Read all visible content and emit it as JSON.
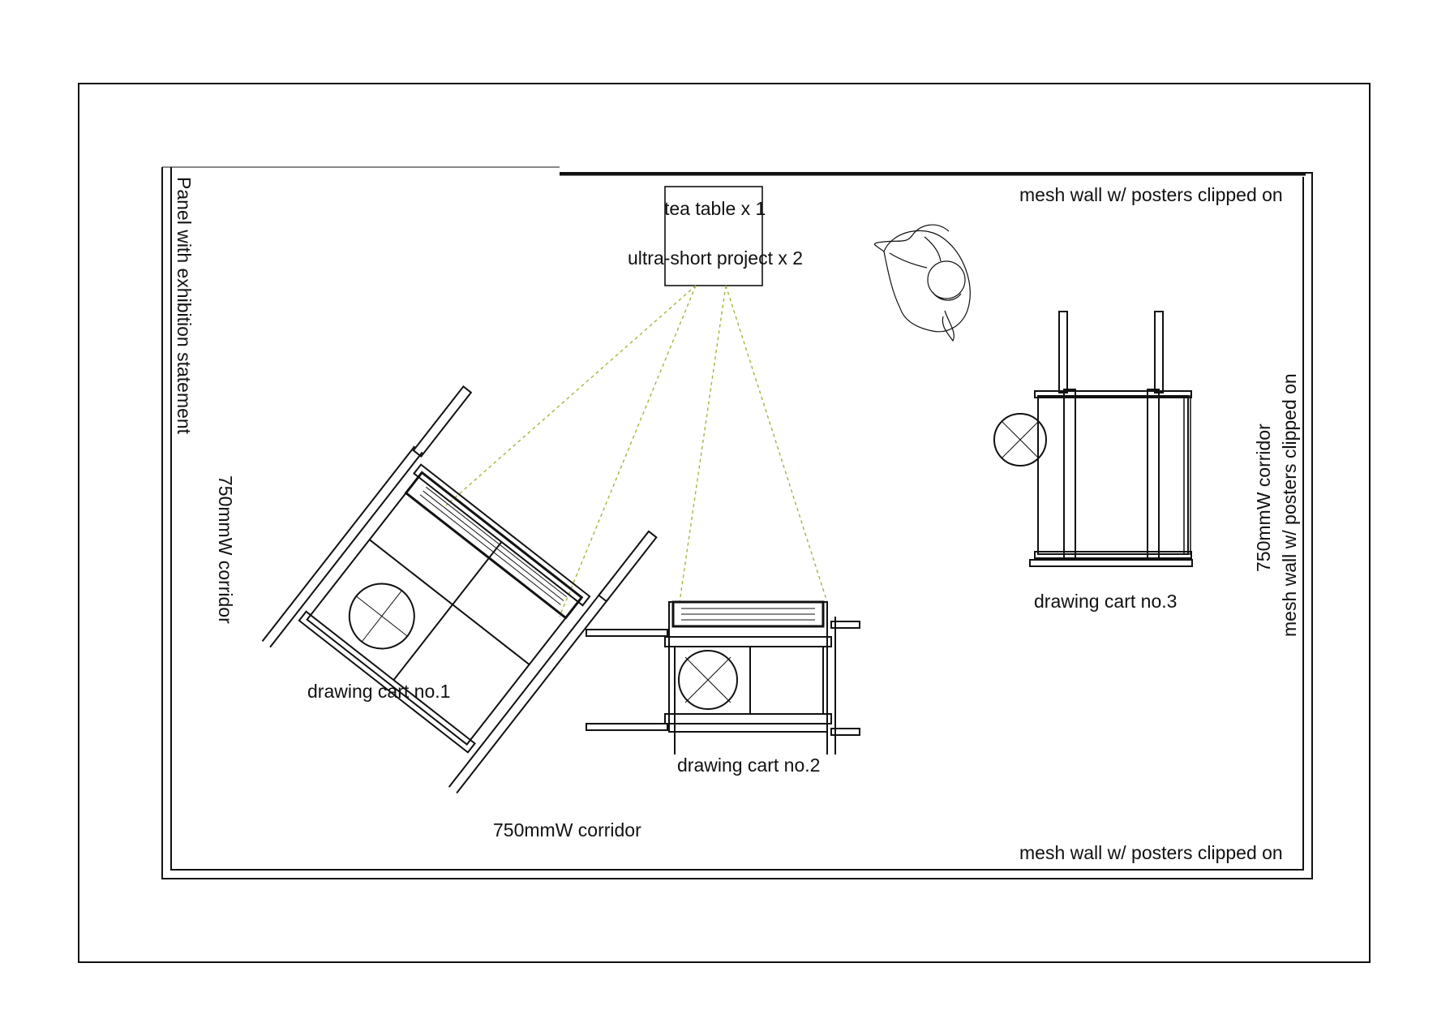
{
  "labels": {
    "panel": "Panel with exhibition statement",
    "corridor_left": "750mmW corridor",
    "corridor_bottom": "750mmW corridor",
    "corridor_right": "750mmW corridor",
    "mesh_wall_top": "mesh wall w/ posters clipped on",
    "mesh_wall_bottom": "mesh wall w/ posters clipped on",
    "mesh_wall_right": "mesh wall w/ posters clipped on",
    "tea_table": "tea table x 1",
    "projector": "ultra-short project x 2",
    "cart1": "drawing cart no.1",
    "cart2": "drawing cart no.2",
    "cart3": "drawing cart no.3"
  },
  "colors": {
    "line": "#111111",
    "projection_line": "#a8b33a",
    "background": "#ffffff"
  }
}
